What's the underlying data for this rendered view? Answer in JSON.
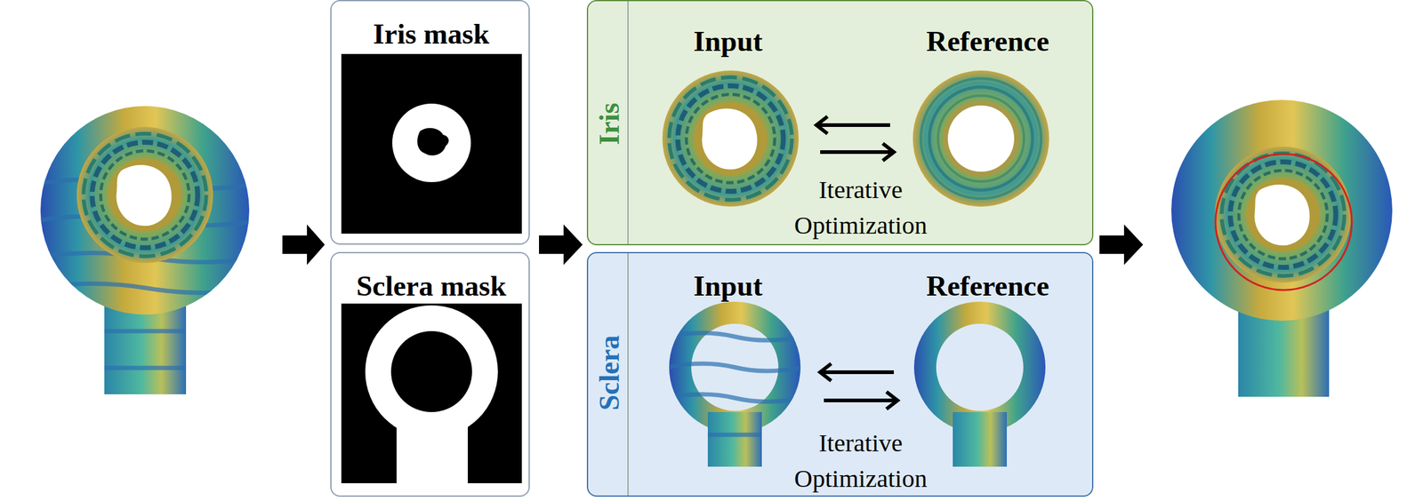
{
  "diagram": {
    "nodes": [
      {
        "text": [
          "Iris mask"
        ]
      },
      {
        "text": [
          "Sclera mask"
        ]
      },
      {
        "text": [
          "Iris",
          "Input",
          "Reference",
          "Iterative Optimization"
        ]
      },
      {
        "text": [
          "Sclera",
          "Input",
          "Reference",
          "Iterative Optimization"
        ]
      }
    ]
  }
}
